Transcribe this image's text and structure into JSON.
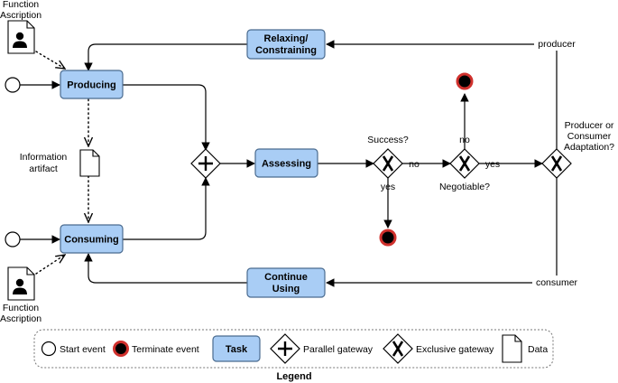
{
  "docs": {
    "top": [
      "Function",
      "Ascription"
    ],
    "bottom": [
      "Function",
      "Ascription"
    ],
    "artifact": [
      "Information",
      "artifact"
    ]
  },
  "tasks": {
    "producing": "Producing",
    "consuming": "Consuming",
    "assessing": "Assessing",
    "relaxing": [
      "Relaxing/",
      "Constraining"
    ],
    "continue": [
      "Continue",
      "Using"
    ]
  },
  "gateways": {
    "success": "Success?",
    "negotiable": "Negotiable?",
    "adaptation": [
      "Producer or",
      "Consumer",
      "Adaptation?"
    ]
  },
  "edges": {
    "no1": "no",
    "yes1": "yes",
    "no2": "no",
    "yes2": "yes",
    "producer": "producer",
    "consumer": "consumer"
  },
  "legend": {
    "title": "Legend",
    "start": "Start event",
    "terminate": "Terminate event",
    "task": "Task",
    "parallel": "Parallel gateway",
    "exclusive": "Exclusive gateway",
    "data": "Data"
  },
  "colors": {
    "task_fill": "#a9cdf5",
    "task_stroke": "#4a6b8f",
    "terminate_red": "#d0312d"
  }
}
